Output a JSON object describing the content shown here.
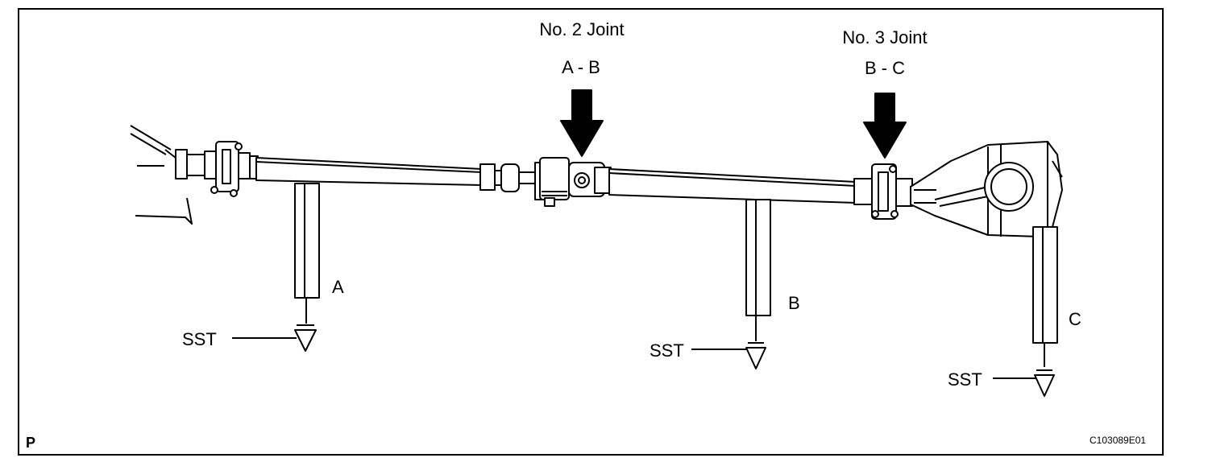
{
  "joints": [
    {
      "name": "No. 2 Joint",
      "range": "A - B"
    },
    {
      "name": "No. 3 Joint",
      "range": "B - C"
    }
  ],
  "points": [
    "A",
    "B",
    "C"
  ],
  "sst_label": "SST",
  "corner_mark": "P",
  "figure_code": "C103089E01"
}
